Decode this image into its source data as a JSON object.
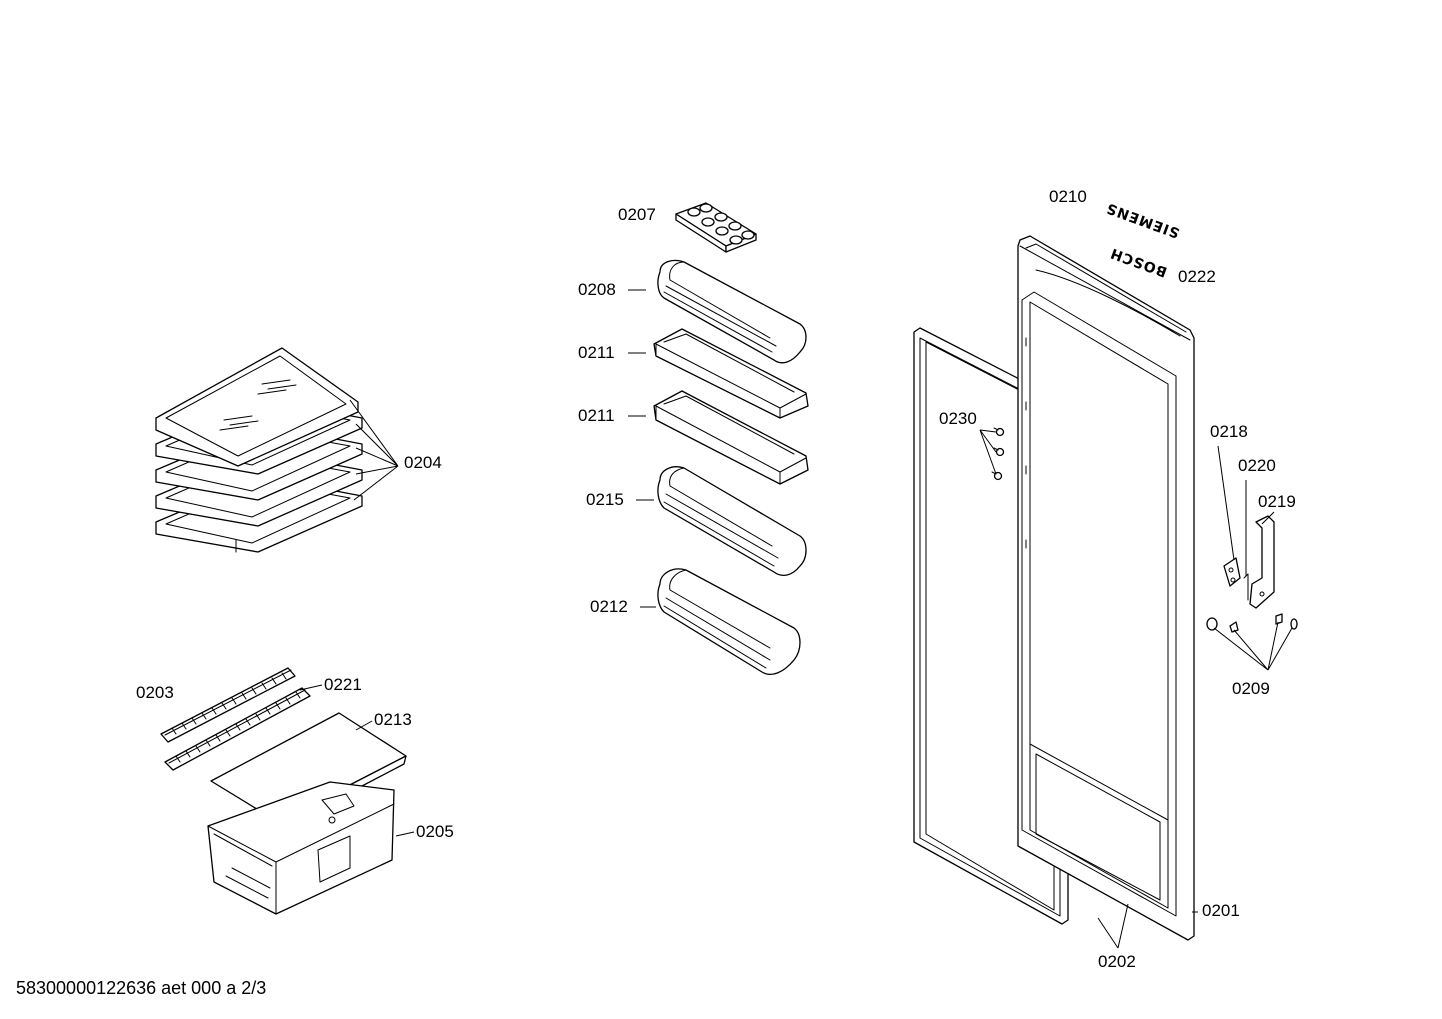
{
  "document_id": "58300000122636 aet 000 a 2/3",
  "callouts": {
    "c0201": "0201",
    "c0202": "0202",
    "c0203": "0203",
    "c0204": "0204",
    "c0205": "0205",
    "c0207": "0207",
    "c0208": "0208",
    "c0209": "0209",
    "c0210": "0210",
    "c0211a": "0211",
    "c0211b": "0211",
    "c0212": "0212",
    "c0213": "0213",
    "c0215": "0215",
    "c0218": "0218",
    "c0219": "0219",
    "c0220": "0220",
    "c0221": "0221",
    "c0222": "0222",
    "c0230": "0230"
  },
  "brand_labels": {
    "siemens": "SIEMENS",
    "bosch": "BOSCH"
  }
}
